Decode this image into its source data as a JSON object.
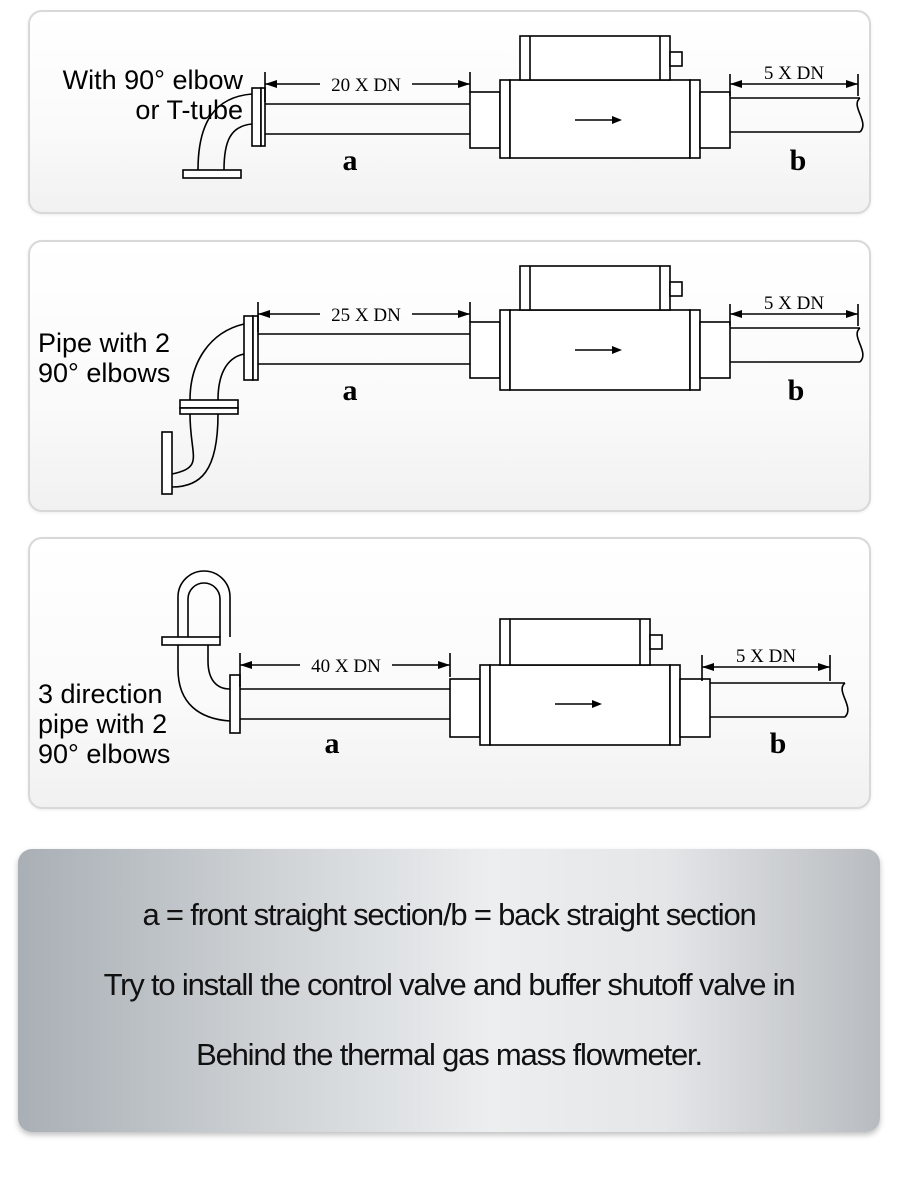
{
  "panels": [
    {
      "caption": "With 90° elbow\nor T-tube",
      "dimension": "20 X DN",
      "downstream": "5 X DN",
      "front": "a",
      "back": "b"
    },
    {
      "caption": "Pipe with 2\n90° elbows",
      "dimension": "25 X DN",
      "downstream": "5 X DN",
      "front": "a",
      "back": "b"
    },
    {
      "caption": "3 direction\npipe with 2\n90° elbows",
      "dimension": "40 X DN",
      "downstream": "5 X DN",
      "front": "a",
      "back": "b"
    }
  ],
  "notes": [
    "a = front straight section/b = back straight section",
    "Try to install the control valve and buffer shutoff valve in",
    "Behind the thermal gas mass flowmeter."
  ]
}
